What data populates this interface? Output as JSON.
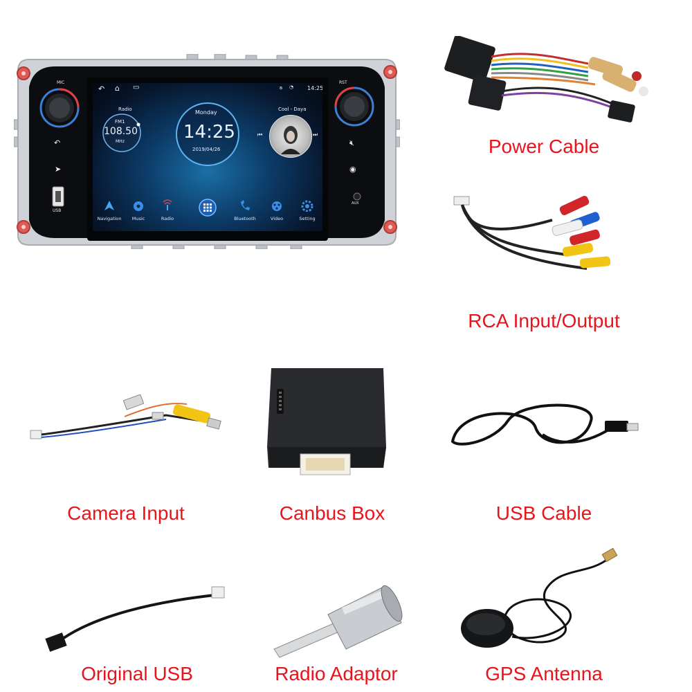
{
  "captions": {
    "power_cable": "Power Cable",
    "rca": "RCA Input/Output",
    "camera": "Camera Input",
    "canbus": "Canbus Box",
    "usb_cable": "USB Cable",
    "original_usb": "Original USB",
    "radio_adaptor": "Radio Adaptor",
    "gps": "GPS Antenna"
  },
  "head_unit": {
    "mic_label": "MIC",
    "rst_label": "RST",
    "usb_label": "USB",
    "aux_label": "AUX",
    "status_time": "14:25",
    "radio_title": "Radio",
    "radio_band": "FM1",
    "radio_freq": "108.50",
    "radio_unit": "MHz",
    "clock_day": "Monday",
    "clock_time": "14:25",
    "clock_date": "2019/04/26",
    "music_title": "Cool - Daya",
    "dock": [
      {
        "label": "Navigation",
        "icon": "navigation-icon"
      },
      {
        "label": "Music",
        "icon": "music-icon"
      },
      {
        "label": "Radio",
        "icon": "radio-icon"
      },
      {
        "label": "",
        "icon": "apps-grid-icon"
      },
      {
        "label": "Bluetooth",
        "icon": "bluetooth-phone-icon"
      },
      {
        "label": "Video",
        "icon": "video-icon"
      },
      {
        "label": "Setting",
        "icon": "settings-icon"
      }
    ]
  },
  "colors": {
    "caption": "#e8141c",
    "bezel": "#c9ccd0",
    "accent": "#2f8fe0"
  }
}
